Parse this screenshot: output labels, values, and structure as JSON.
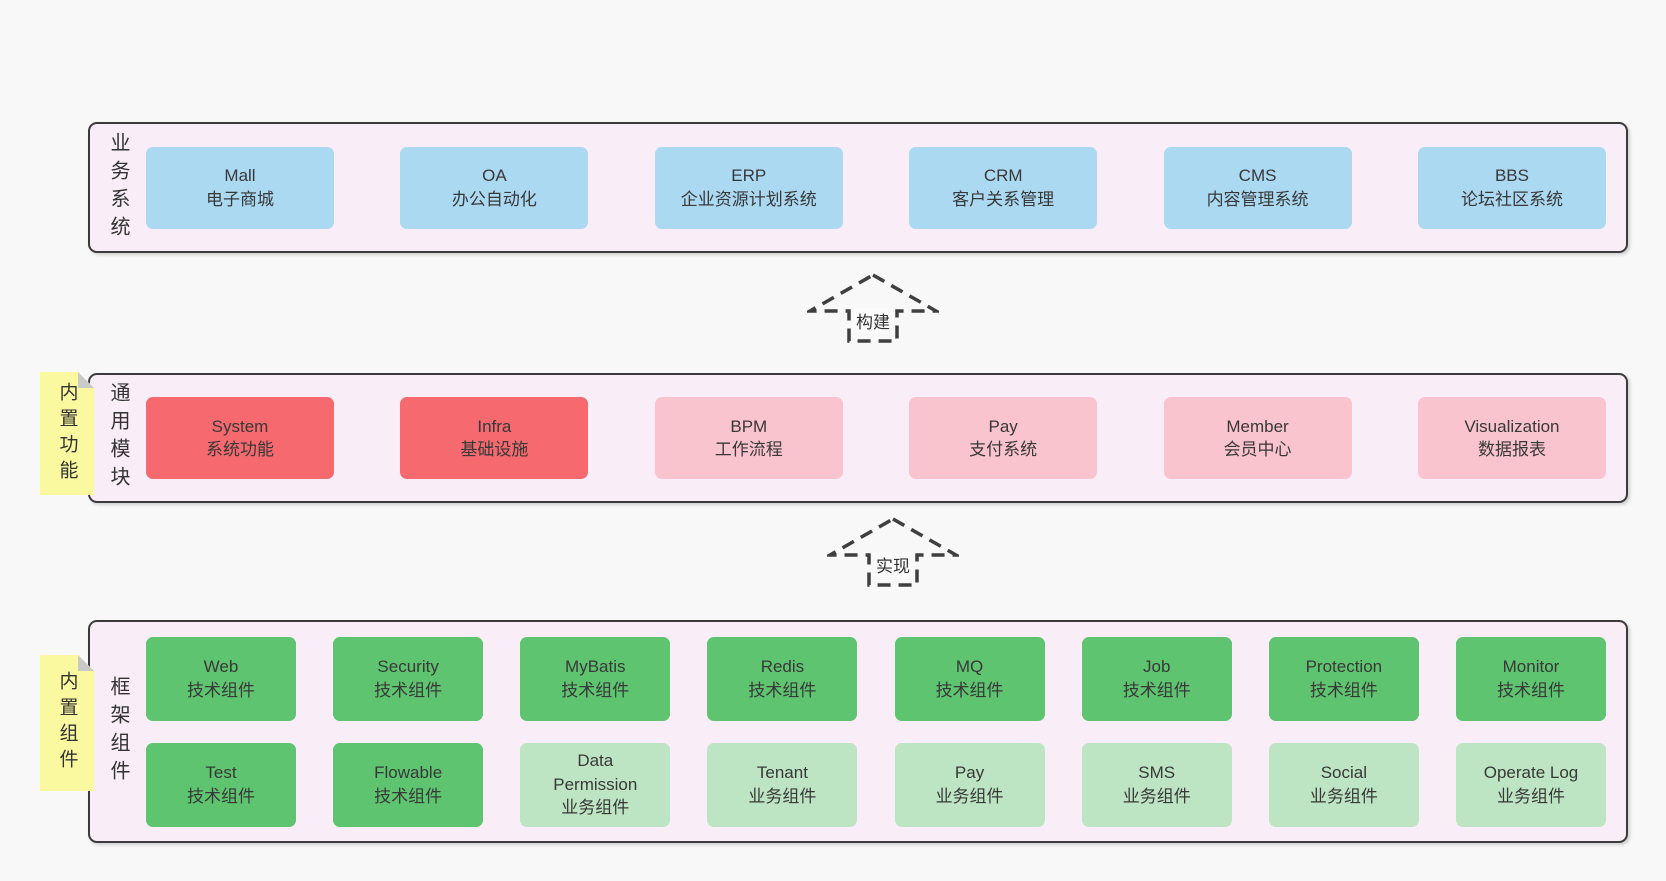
{
  "diagram": {
    "sections": [
      {
        "label": "业务系统",
        "boxes": [
          {
            "en": "Mall",
            "zh": "电子商城"
          },
          {
            "en": "OA",
            "zh": "办公自动化"
          },
          {
            "en": "ERP",
            "zh": "企业资源计划系统"
          },
          {
            "en": "CRM",
            "zh": "客户关系管理"
          },
          {
            "en": "CMS",
            "zh": "内容管理系统"
          },
          {
            "en": "BBS",
            "zh": "论坛社区系统"
          }
        ]
      },
      {
        "label": "通用模块",
        "note": "内置功能",
        "boxes": [
          {
            "en": "System",
            "zh": "系统功能",
            "variant": "red"
          },
          {
            "en": "Infra",
            "zh": "基础设施",
            "variant": "red"
          },
          {
            "en": "BPM",
            "zh": "工作流程",
            "variant": "pink"
          },
          {
            "en": "Pay",
            "zh": "支付系统",
            "variant": "pink"
          },
          {
            "en": "Member",
            "zh": "会员中心",
            "variant": "pink"
          },
          {
            "en": "Visualization",
            "zh": "数据报表",
            "variant": "pink"
          }
        ]
      },
      {
        "label": "框架组件",
        "note": "内置组件",
        "rows": [
          [
            {
              "en": "Web",
              "zh": "技术组件",
              "variant": "green"
            },
            {
              "en": "Security",
              "zh": "技术组件",
              "variant": "green"
            },
            {
              "en": "MyBatis",
              "zh": "技术组件",
              "variant": "green"
            },
            {
              "en": "Redis",
              "zh": "技术组件",
              "variant": "green"
            },
            {
              "en": "MQ",
              "zh": "技术组件",
              "variant": "green"
            },
            {
              "en": "Job",
              "zh": "技术组件",
              "variant": "green"
            },
            {
              "en": "Protection",
              "zh": "技术组件",
              "variant": "green"
            },
            {
              "en": "Monitor",
              "zh": "技术组件",
              "variant": "green"
            }
          ],
          [
            {
              "en": "Test",
              "zh": "技术组件",
              "variant": "green"
            },
            {
              "en": "Flowable",
              "zh": "技术组件",
              "variant": "green"
            },
            {
              "en": "Data Permission",
              "zh": "业务组件",
              "variant": "lightgreen"
            },
            {
              "en": "Tenant",
              "zh": "业务组件",
              "variant": "lightgreen"
            },
            {
              "en": "Pay",
              "zh": "业务组件",
              "variant": "lightgreen"
            },
            {
              "en": "SMS",
              "zh": "业务组件",
              "variant": "lightgreen"
            },
            {
              "en": "Social",
              "zh": "业务组件",
              "variant": "lightgreen"
            },
            {
              "en": "Operate Log",
              "zh": "业务组件",
              "variant": "lightgreen"
            }
          ]
        ]
      }
    ],
    "arrows": [
      {
        "label": "构建"
      },
      {
        "label": "实现"
      }
    ],
    "colors": {
      "page_bg": "#f8f8f8",
      "container_bg": "#f9edf7",
      "border": "#3b3b3b",
      "blue": "#abd9f2",
      "red": "#f5696f",
      "pink": "#f9c4cd",
      "green": "#5ec470",
      "lightgreen": "#bde5c3",
      "note_bg": "#fbf9a0"
    }
  }
}
